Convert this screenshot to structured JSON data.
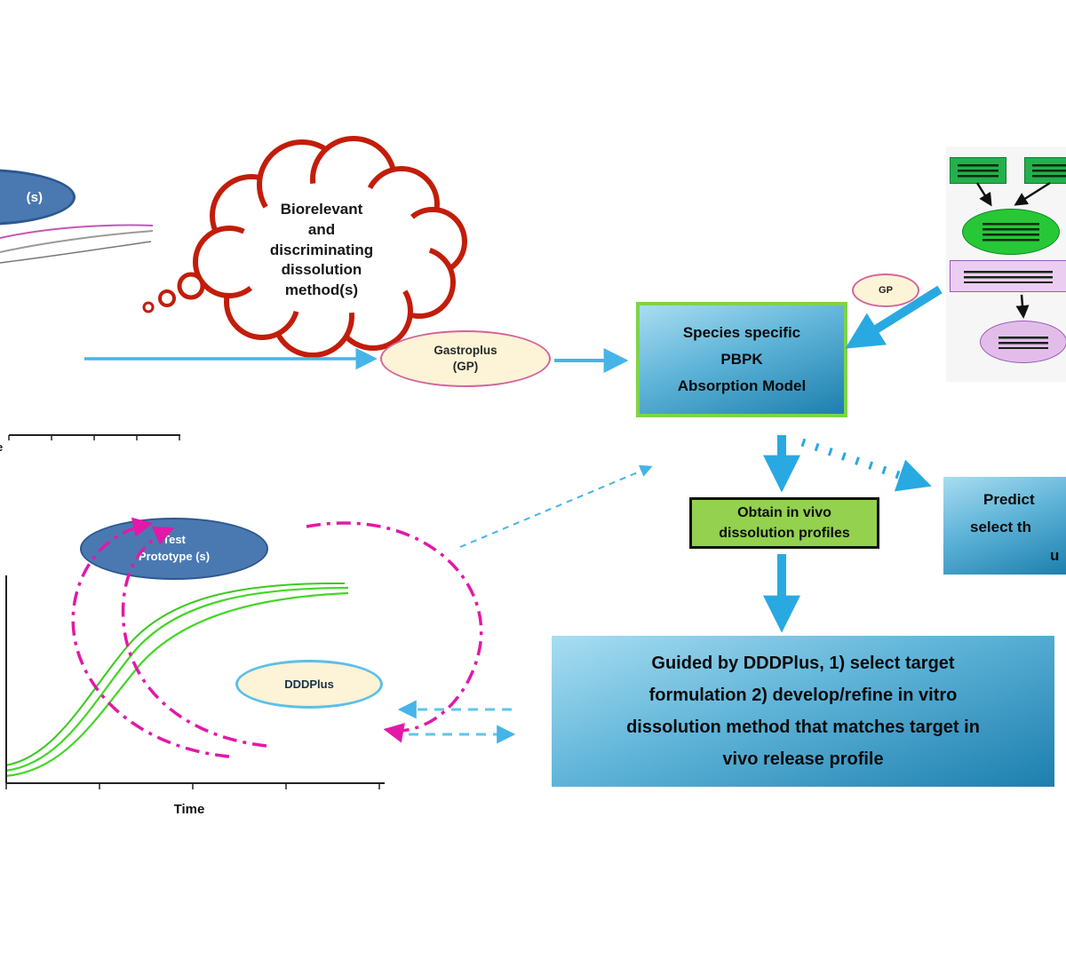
{
  "colors": {
    "blue_ellipse": "#4a79b2",
    "cloud_red": "#c21d0a",
    "cream": "#fdf3d6",
    "pink_border": "#d4649c",
    "light_blue_arrow": "#45b4e8",
    "thick_blue_arrow": "#29a9e1",
    "green_border": "#7ed348",
    "green_box": "#93d14f",
    "magenta_arrow": "#e318a8",
    "box_gradient_bottom": "#1d7fae"
  },
  "nodes": {
    "prototype_partial": {
      "label": "(s)"
    },
    "cloud": {
      "text": "Biorelevant\nand\ndiscriminating\ndissolution\nmethod(s)"
    },
    "gastroplus": {
      "line1": "Gastroplus",
      "line2": "(GP)"
    },
    "gp_small": {
      "label": "GP"
    },
    "pbpk": {
      "line1": "Species specific",
      "line2": "PBPK",
      "line3": "Absorption  Model"
    },
    "obtain": {
      "line1": "Obtain in vivo",
      "line2": "dissolution profiles"
    },
    "predict": {
      "line1": "Predict",
      "line2": "select th",
      "line3": "u"
    },
    "guided": {
      "text": "Guided by DDDPlus, 1) select target\nformulation 2) develop/refine in vitro\ndissolution method that matches target in\nvivo release profile"
    },
    "test_prototype": {
      "line1": "Test",
      "line2": "Prototype (s)"
    },
    "dddplus": {
      "label": "DDDPlus"
    }
  },
  "charts": {
    "top": {
      "xlabel": "e"
    },
    "bottom": {
      "xlabel": "Time"
    }
  }
}
